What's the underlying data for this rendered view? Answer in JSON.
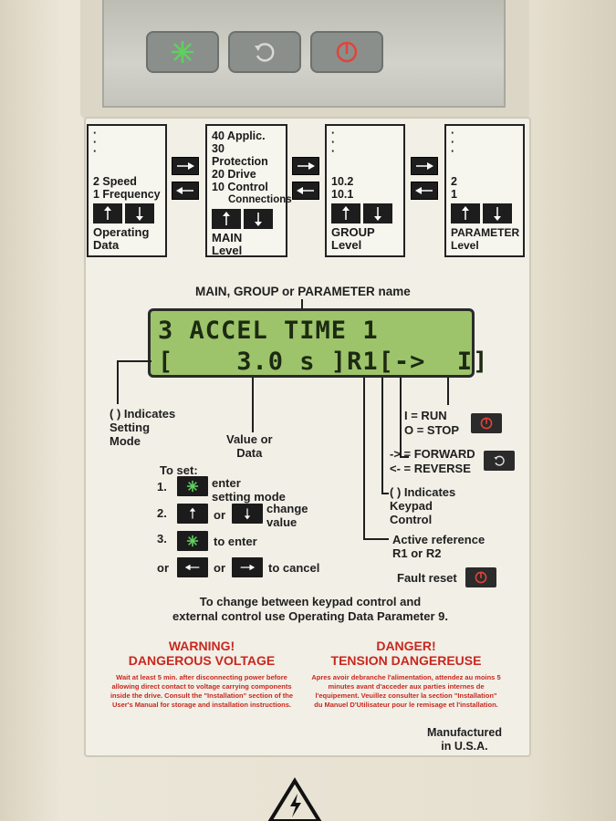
{
  "menus": [
    {
      "dots": 3,
      "items": [
        "2 Speed",
        "1 Frequency"
      ],
      "label": "Operating\nData"
    },
    {
      "dots": 0,
      "items": [
        "40 Applic.",
        "30 Protection",
        "20 Drive",
        "10 Control",
        "Connections"
      ],
      "label": "MAIN\nLevel"
    },
    {
      "dots": 3,
      "items": [
        "10.2",
        "10.1"
      ],
      "label": "GROUP\nLevel"
    },
    {
      "dots": 3,
      "items": [
        "2",
        "1"
      ],
      "label": "PARAMETER\nLevel"
    }
  ],
  "lcd": {
    "caption": "MAIN, GROUP or PARAMETER name",
    "line1": "3 ACCEL TIME 1",
    "line2": "[    3.0 s ]R1[->  I]"
  },
  "callouts": {
    "setting_mode": "( ) Indicates\nSetting\nMode",
    "value": "Value or\nData",
    "run": "I = RUN",
    "stop": "O = STOP",
    "forward": "-> = FORWARD",
    "reverse": "<- = REVERSE",
    "keypad": "( ) Indicates\nKeypad\nControl",
    "reference": "Active reference\nR1 or R2",
    "fault_reset": "Fault reset"
  },
  "instructions": {
    "title": "To set:",
    "step1_num": "1.",
    "step1_text": "enter\nsetting mode",
    "step2_num": "2.",
    "step2_or": "or",
    "step2_text": "change\nvalue",
    "step3_num": "3.",
    "step3_text": "to enter",
    "or_prefix": "or",
    "or_mid": "or",
    "cancel_text": "to cancel"
  },
  "note": "To change between keypad control and\nexternal control use Operating Data Parameter 9.",
  "warning_en": {
    "title": "WARNING!\nDANGEROUS VOLTAGE",
    "text": "Wait at least 5 min. after disconnecting power before allowing direct contact to voltage carrying components inside the drive. Consult the \"Installation\" section of the User's Manual for storage and installation instructions."
  },
  "warning_fr": {
    "title": "DANGER!\nTENSION DANGEREUSE",
    "text": "Apres avoir debranche l'alimentation, attendez au moins 5 minutes avant d'acceder aux parties internes de l'equipement. Veuillez consulter la section \"Installation\" du Manuel D'Utilisateur pour le remisage et l'installation."
  },
  "manufactured": "Manufactured\nin U.S.A.",
  "colors": {
    "lcd": "#9dc46a",
    "warning": "#c8281f",
    "key": "#1d1d1d",
    "panel": "#f1efe6"
  }
}
